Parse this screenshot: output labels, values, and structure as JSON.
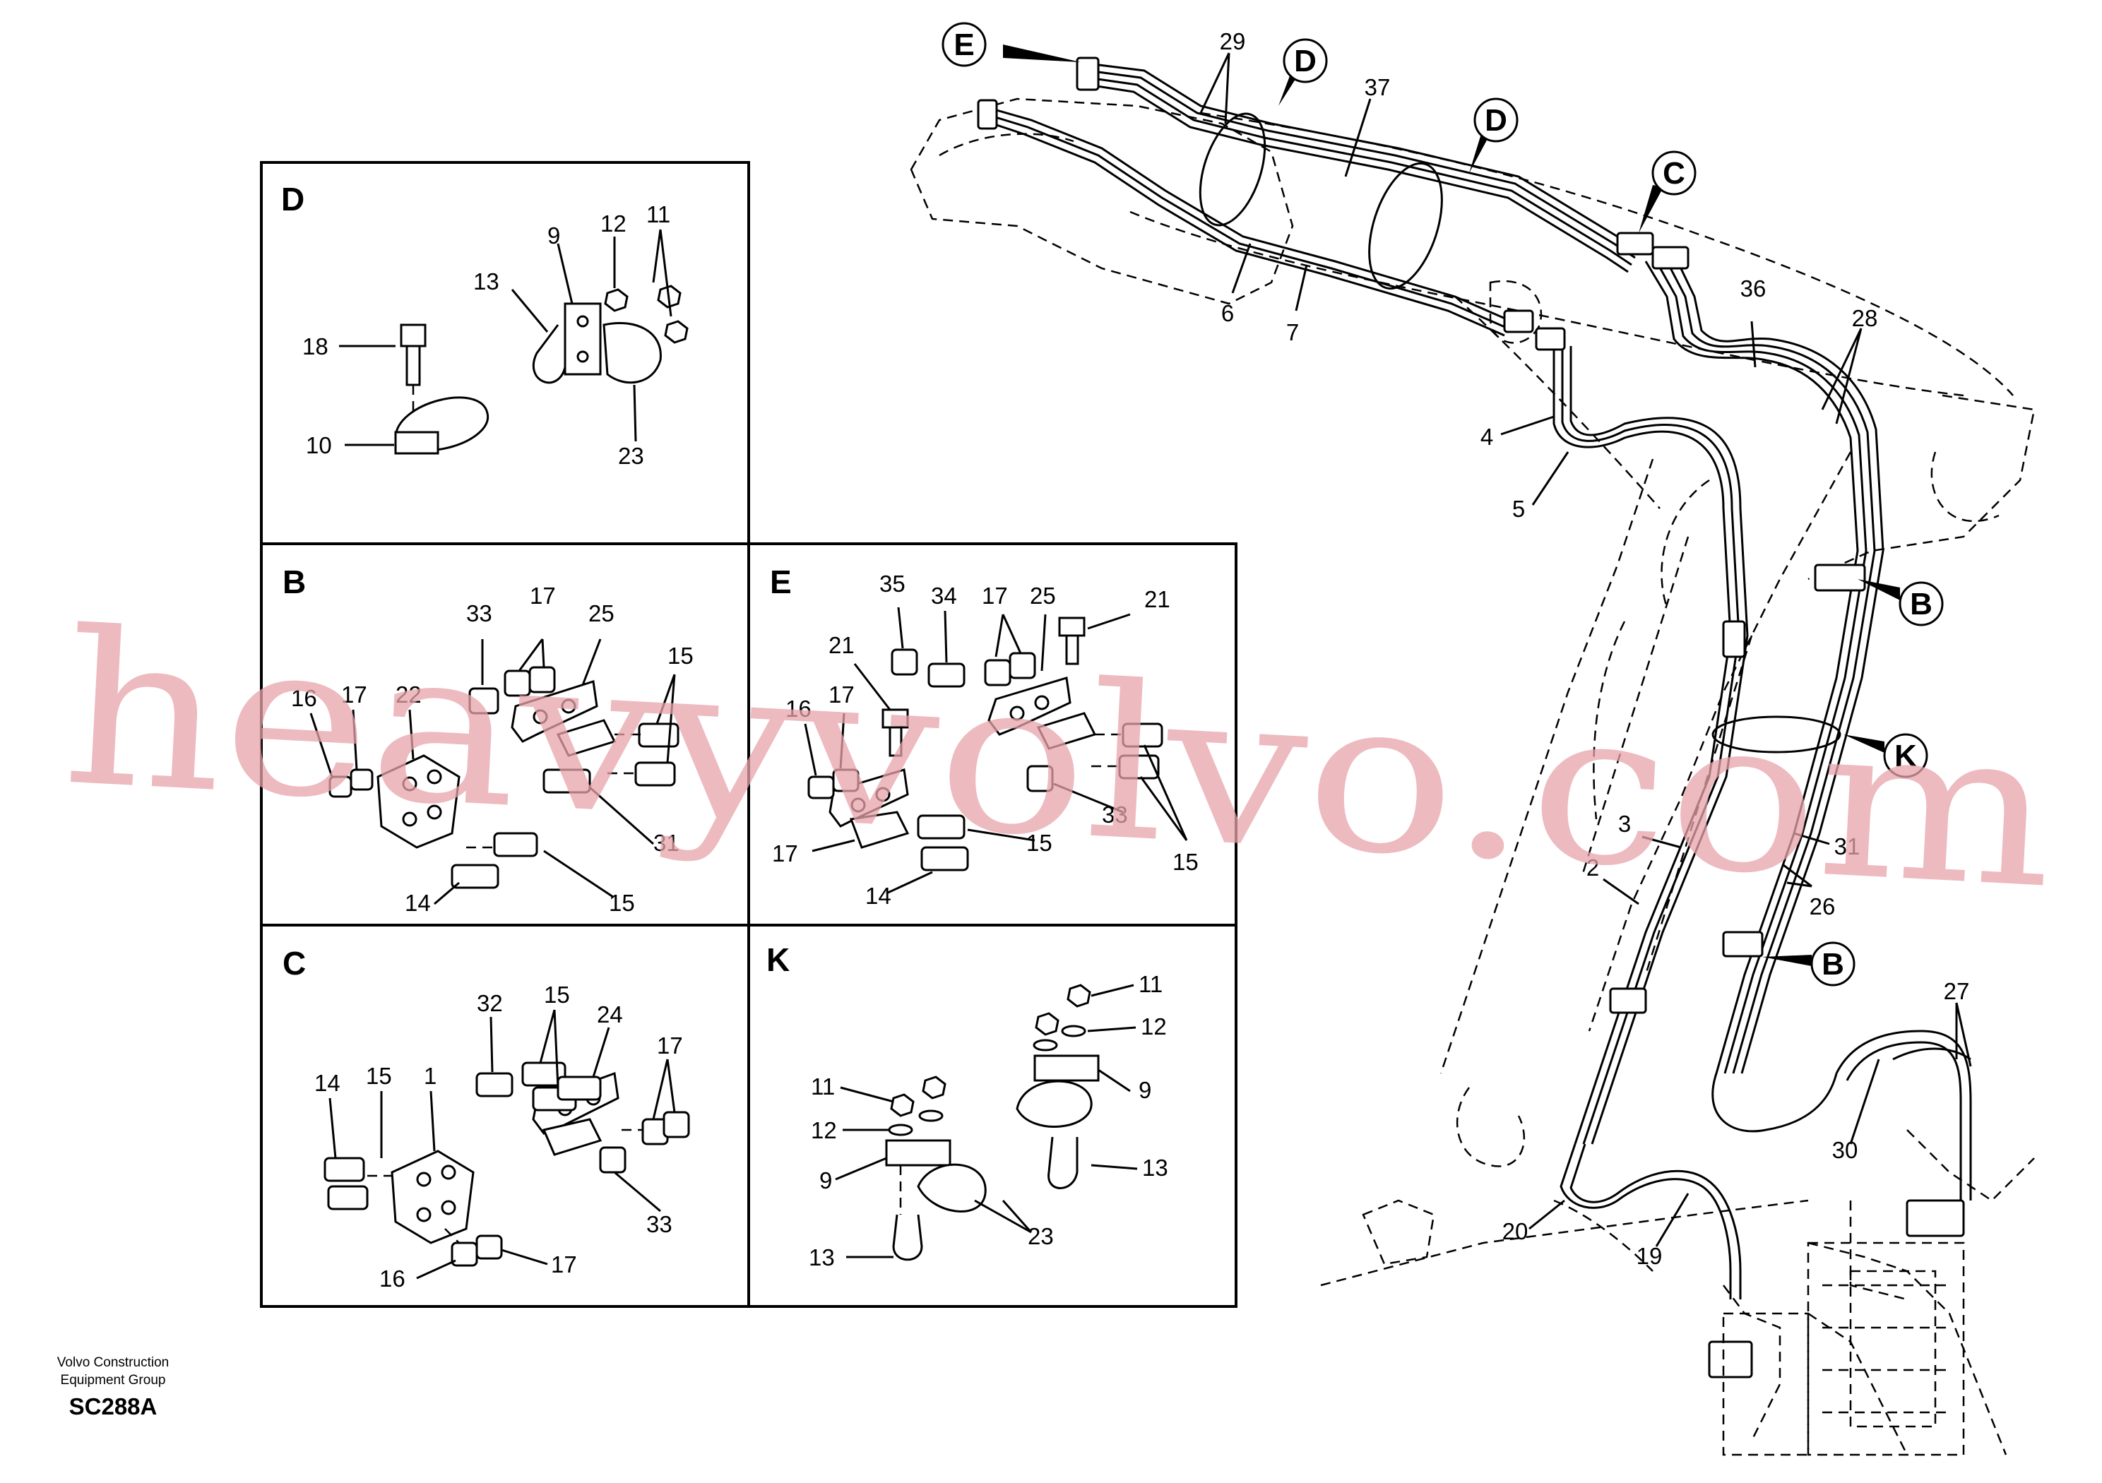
{
  "detail_views": [
    {
      "id": "D",
      "parts": [
        "18",
        "10",
        "13",
        "9",
        "12",
        "11",
        "23"
      ]
    },
    {
      "id": "B",
      "parts": [
        "33",
        "17",
        "25",
        "15",
        "16",
        "17",
        "22",
        "31",
        "14",
        "15"
      ]
    },
    {
      "id": "E",
      "parts": [
        "35",
        "34",
        "17",
        "25",
        "21",
        "21",
        "17",
        "16",
        "15",
        "33",
        "15",
        "17",
        "14"
      ]
    },
    {
      "id": "C",
      "parts": [
        "32",
        "15",
        "24",
        "17",
        "14",
        "15",
        "1",
        "33",
        "16",
        "17"
      ]
    },
    {
      "id": "K",
      "parts": [
        "11",
        "12",
        "9",
        "13",
        "11",
        "12",
        "9",
        "13",
        "23"
      ]
    }
  ],
  "main_view": {
    "callouts": [
      "E",
      "D",
      "D",
      "C",
      "B",
      "K",
      "B"
    ],
    "parts": [
      "29",
      "37",
      "6",
      "7",
      "4",
      "5",
      "36",
      "28",
      "3",
      "2",
      "31",
      "26",
      "27",
      "30",
      "20",
      "19"
    ]
  },
  "footer": {
    "company_line1": "Volvo Construction",
    "company_line2": "Equipment Group",
    "drawing_code": "SC288A"
  },
  "watermark": "heavyvolvo.com",
  "colors": {
    "line": "#000000",
    "watermark": "#e7a3aa",
    "background": "#ffffff"
  }
}
